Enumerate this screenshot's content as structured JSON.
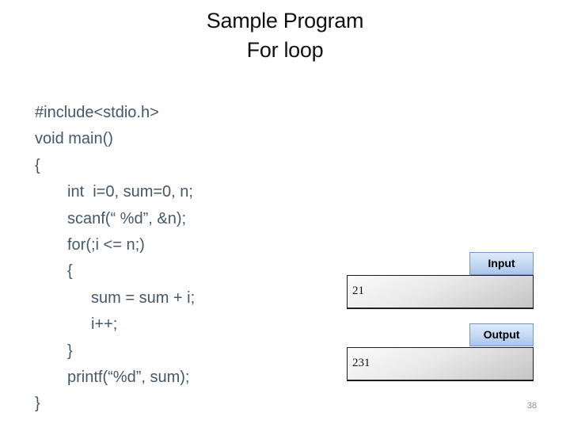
{
  "slide": {
    "title_line1": "Sample Program",
    "title_line2": "For loop",
    "page_number": "38"
  },
  "code": {
    "text_color": "#44586a",
    "lines": [
      {
        "text": "#include<stdio.h>",
        "indent": 0
      },
      {
        "text": "void main()",
        "indent": 0
      },
      {
        "text": "{",
        "indent": 0
      },
      {
        "text": "int  i=0, sum=0, n;",
        "indent": 1
      },
      {
        "text": "scanf(“ %d”, &n);",
        "indent": 1
      },
      {
        "text": "for(;i <= n;)",
        "indent": 1
      },
      {
        "text": "{",
        "indent": 1
      },
      {
        "text": "sum = sum + i;",
        "indent": 2
      },
      {
        "text": "i++;",
        "indent": 2
      },
      {
        "text": "}",
        "indent": 1
      },
      {
        "text": "printf(“%d”, sum);",
        "indent": 1
      },
      {
        "text": "}",
        "indent": 0
      }
    ]
  },
  "panels": {
    "input": {
      "label": "Input",
      "value": "21"
    },
    "output": {
      "label": "Output",
      "value": "231"
    },
    "tab_bg_top": "#ddeafb",
    "tab_bg_bottom": "#a9c5e9",
    "tab_border": "#7596c8",
    "box_bg_light": "#fbfbfb",
    "box_bg_dark": "#c5c5c5",
    "box_border": "#1f1f1f"
  }
}
